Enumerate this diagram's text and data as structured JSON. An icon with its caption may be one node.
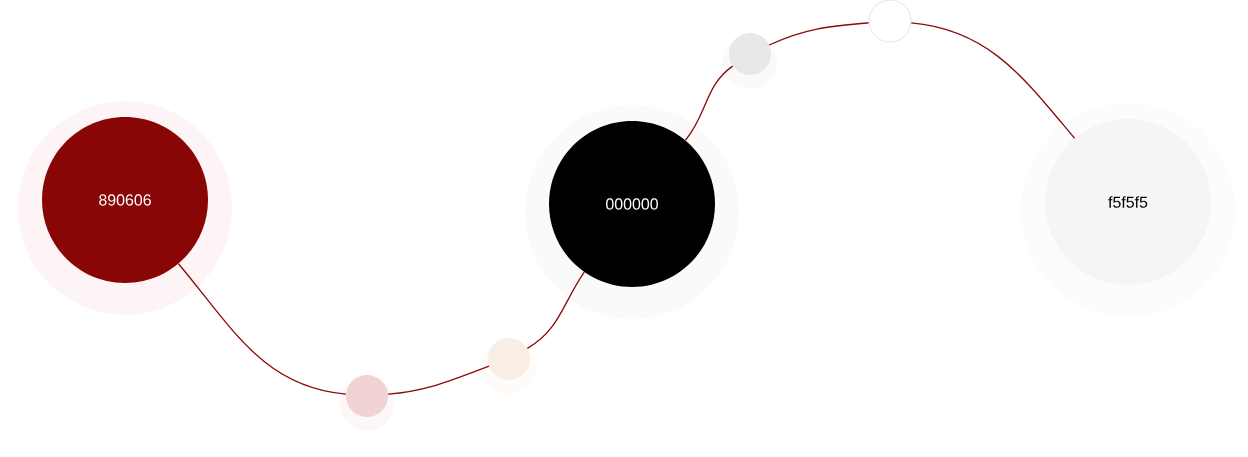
{
  "diagram": {
    "nodes": [
      {
        "text": [
          "890606"
        ]
      },
      {
        "text": [],
        "shape": "circle"
      },
      {
        "text": [],
        "shape": "circle"
      },
      {
        "text": [
          "000000"
        ]
      },
      {
        "text": [],
        "shape": "circle"
      },
      {
        "text": [],
        "shape": "circle"
      },
      {
        "text": [
          "f5f5f5"
        ]
      }
    ],
    "edges": [
      {
        "from": 0,
        "to": 1,
        "arrow": "none"
      },
      {
        "from": 1,
        "to": 2,
        "arrow": "none"
      },
      {
        "from": 2,
        "to": 3,
        "arrow": "none"
      },
      {
        "from": 3,
        "to": 4,
        "arrow": "none"
      },
      {
        "from": 4,
        "to": 5,
        "arrow": "none"
      },
      {
        "from": 5,
        "to": 6,
        "arrow": "none"
      }
    ]
  }
}
